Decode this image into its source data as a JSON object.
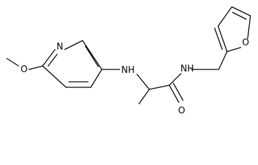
{
  "molecule": {
    "atoms": {
      "pyridine_n": "N",
      "methoxy_o": "O",
      "amine_nh": "NH",
      "amide_nh": "NH",
      "furan_o": "O",
      "carbonyl_o": "O"
    }
  }
}
